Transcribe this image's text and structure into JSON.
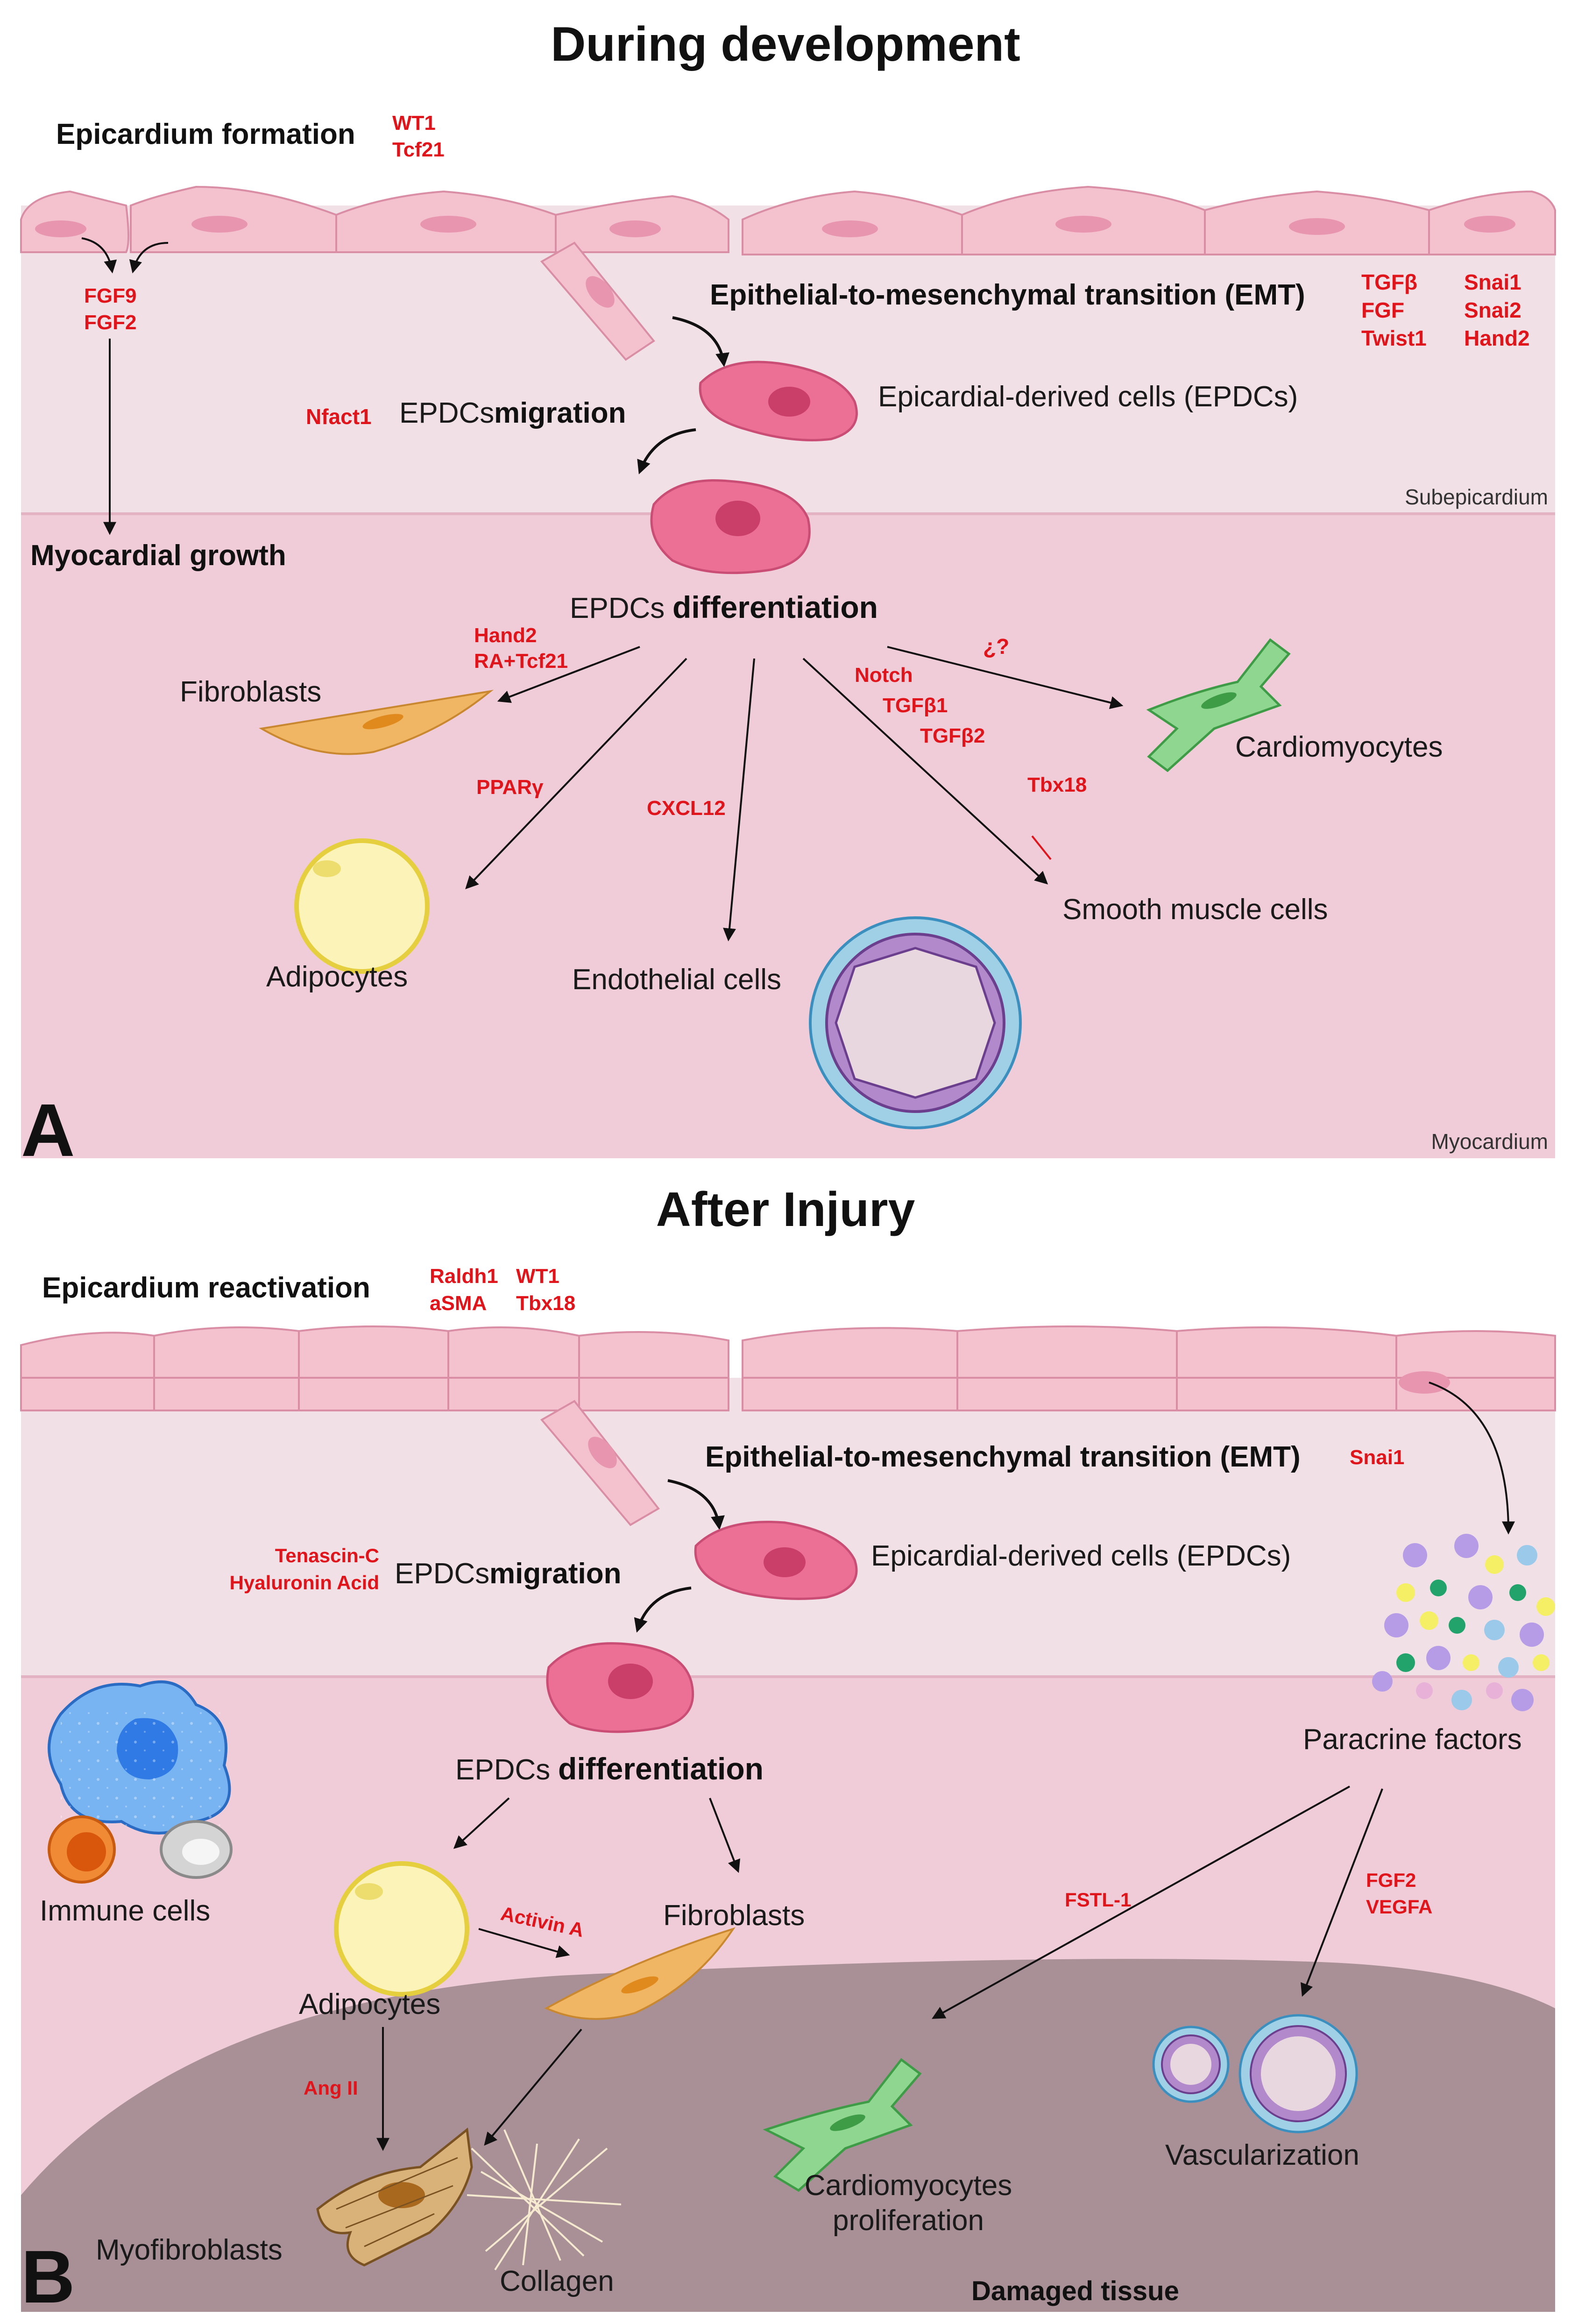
{
  "panelA": {
    "title": "During development",
    "letter": "A",
    "epicardium_formation": "Epicardium formation",
    "ef_factors": [
      "WT1",
      "Tcf21"
    ],
    "fgf": [
      "FGF9",
      "FGF2"
    ],
    "myocardial_growth": "Myocardial growth",
    "emt": "Epithelial-to-mesenchymal transition (EMT)",
    "emt_factors_col1": [
      "TGFβ",
      "FGF",
      "Twist1"
    ],
    "emt_factors_col2": [
      "Snai1",
      "Snai2",
      "Hand2"
    ],
    "migration_factor": "Nfact1",
    "migration_prefix": "EPDCs",
    "migration_bold": "migration",
    "epdc_label": "Epicardial-derived cells (EPDCs)",
    "subepicardium": "Subepicardium",
    "diff_prefix": "EPDCs",
    "diff_bold": "differentiation",
    "fib_factors": [
      "Hand2",
      "RA+Tcf21"
    ],
    "fibroblasts": "Fibroblasts",
    "pparg": "PPARγ",
    "cxcl12": "CXCL12",
    "notch_factors": [
      "Notch",
      "TGFβ1",
      "TGFβ2"
    ],
    "unknown": "¿?",
    "tbx18": "Tbx18",
    "cardiomyocytes": "Cardiomyocytes",
    "adipocytes": "Adipocytes",
    "endothelial": "Endothelial cells",
    "smooth_muscle": "Smooth muscle cells",
    "myocardium": "Myocardium"
  },
  "panelB": {
    "title": "After Injury",
    "letter": "B",
    "reactivation": "Epicardium reactivation",
    "react_col1": [
      "Raldh1",
      "aSMA"
    ],
    "react_col2": [
      "WT1",
      "Tbx18"
    ],
    "emt": "Epithelial-to-mesenchymal transition (EMT)",
    "emt_factor": "Snai1",
    "migration_factors": [
      "Tenascin-C",
      "Hyaluronin Acid"
    ],
    "migration_prefix": "EPDCs",
    "migration_bold": "migration",
    "epdc_label": "Epicardial-derived cells (EPDCs)",
    "paracrine": "Paracrine factors",
    "immune": "Immune cells",
    "diff_prefix": "EPDCs",
    "diff_bold": "differentiation",
    "adipocytes": "Adipocytes",
    "activin": "Activin A",
    "fibroblasts": "Fibroblasts",
    "fstl": "FSTL-1",
    "fgf_vegfa": [
      "FGF2",
      "VEGFA"
    ],
    "ang": "Ang II",
    "myofibroblasts": "Myofibroblasts",
    "collagen": "Collagen",
    "cm_prolif": [
      "Cardiomyocytes",
      "proliferation"
    ],
    "vascularization": "Vascularization",
    "damaged": "Damaged tissue"
  },
  "colors": {
    "epicardium": "#f4c2cf",
    "subepicardium": "#f1e0e6",
    "myocardium": "#f0ccd8",
    "epdc": "#ec6f95",
    "damaged": "#a89096",
    "factor_red": "#e0141b"
  }
}
